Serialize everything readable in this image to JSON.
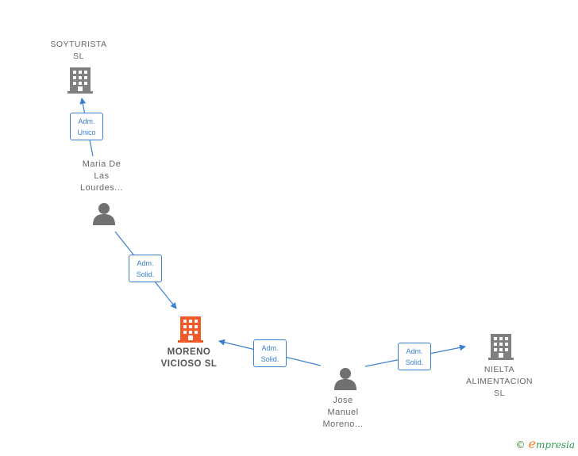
{
  "colors": {
    "edge": "#3a80d2",
    "company_icon": "#808080",
    "main_company_icon": "#f05a28",
    "person_icon": "#707070",
    "label_text": "#666666"
  },
  "nodes": {
    "soyturista": {
      "label": "SOYTURISTA\nSL",
      "icon": "building-icon"
    },
    "maria": {
      "label": "Maria De\nLas\nLourdes...",
      "icon": "person-icon"
    },
    "moreno_vicioso": {
      "label": "MORENO\nVICIOSO  SL",
      "icon": "building-icon"
    },
    "jose": {
      "label": "Jose\nManuel\nMoreno...",
      "icon": "person-icon"
    },
    "nielta": {
      "label": "NIELTA\nALIMENTACION\nSL",
      "icon": "building-icon"
    }
  },
  "edges": {
    "maria_soyturista": {
      "line1": "Adm.",
      "line2": "Unico"
    },
    "maria_moreno": {
      "line1": "Adm.",
      "line2": "Solid."
    },
    "jose_moreno": {
      "line1": "Adm.",
      "line2": "Solid."
    },
    "jose_nielta": {
      "line1": "Adm.",
      "line2": "Solid."
    }
  },
  "brand": {
    "copyright": "©",
    "initial": "e",
    "name": "mpresia"
  }
}
